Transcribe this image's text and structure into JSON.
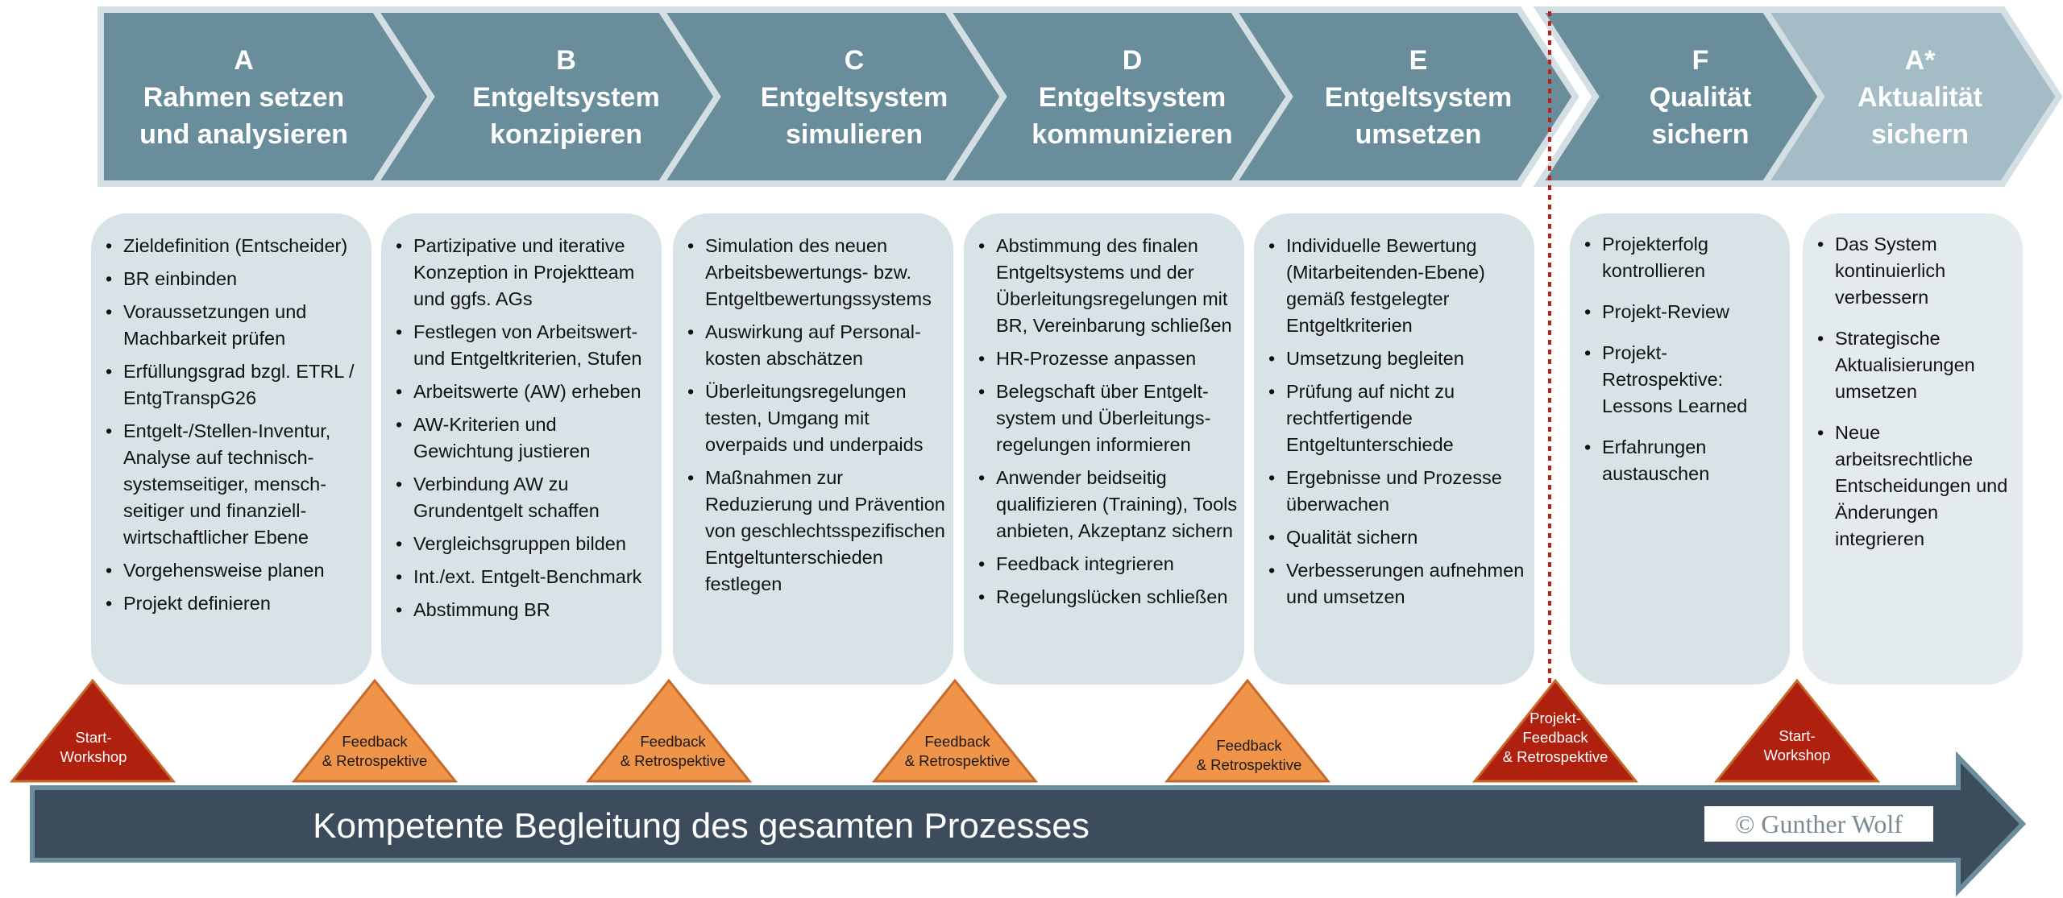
{
  "colors": {
    "chevron": "#698d9b",
    "chevron_light": "#a3bcc5",
    "chevron_outline": "#d4dfe4",
    "box": "#d8e3e7",
    "box_light": "#e3ebee",
    "triangle_dark": "#b0200f",
    "triangle_orange": "#f0944a",
    "triangle_edge": "#c46a2c",
    "banner": "#3c4c5c",
    "banner_edge": "#6a8e9c",
    "divider": "#c0201a"
  },
  "phases": [
    {
      "letter": "A",
      "lines": [
        "Rahmen setzen",
        "und analysieren"
      ]
    },
    {
      "letter": "B",
      "lines": [
        "Entgeltsystem",
        "konzipieren"
      ]
    },
    {
      "letter": "C",
      "lines": [
        "Entgeltsystem",
        "simulieren"
      ]
    },
    {
      "letter": "D",
      "lines": [
        "Entgeltsystem",
        "kommunizieren"
      ]
    },
    {
      "letter": "E",
      "lines": [
        "Entgeltsystem",
        "umsetzen"
      ]
    },
    {
      "letter": "F",
      "lines": [
        "Qualität",
        "sichern"
      ]
    },
    {
      "letter": "A*",
      "lines": [
        "Aktualität",
        "sichern"
      ]
    }
  ],
  "boxes": [
    {
      "items": [
        "Zieldefinition (Entscheider)",
        "BR einbinden",
        "Voraussetzungen und\nMachbarkeit prüfen",
        "Erfüllungsgrad bzgl. ETRL /\nEntgTranspG26",
        "Entgelt-/Stellen-Inventur,\nAnalyse auf technisch-\nsystemseitiger, mensch-\nseitiger und finanziell-\nwirtschaftlicher Ebene",
        "Vorgehensweise planen",
        "Projekt definieren"
      ]
    },
    {
      "items": [
        "Partizipative und iterative\nKonzeption in Projektteam\nund ggfs. AGs",
        "Festlegen von Arbeitswert-\nund Entgeltkriterien, Stufen",
        "Arbeitswerte (AW) erheben",
        "AW-Kriterien und\nGewichtung justieren",
        "Verbindung AW zu\nGrundentgelt schaffen",
        "Vergleichsgruppen bilden",
        "Int./ext. Entgelt-Benchmark",
        "Abstimmung BR"
      ]
    },
    {
      "items": [
        "Simulation des neuen\nArbeitsbewertungs- bzw.\nEntgeltbewertungssystems",
        "Auswirkung auf Personal-\nkosten abschätzen",
        "Überleitungsregelungen\ntesten, Umgang mit\noverpaids und underpaids",
        "Maßnahmen zur\nReduzierung und Prävention\nvon geschlechtsspezifischen\nEntgeltunterschieden\nfestlegen"
      ]
    },
    {
      "items": [
        "Abstimmung des finalen\nEntgeltsystems und der\nÜberleitungsregelungen mit\nBR, Vereinbarung schließen",
        "HR-Prozesse anpassen",
        "Belegschaft über Entgelt-\nsystem und  Überleitungs-\nregelungen informieren",
        "Anwender beidseitig\nqualifizieren (Training), Tools\nanbieten, Akzeptanz sichern",
        "Feedback integrieren",
        "Regelungslücken schließen"
      ]
    },
    {
      "items": [
        "Individuelle Bewertung\n(Mitarbeitenden-Ebene)\ngemäß festgelegter\nEntgeltkriterien",
        "Umsetzung begleiten",
        "Prüfung auf nicht zu\nrechtfertigende\nEntgeltunterschiede",
        "Ergebnisse und Prozesse\nüberwachen",
        "Qualität sichern",
        "Verbesserungen aufnehmen\nund umsetzen"
      ]
    },
    {
      "items": [
        "Projekterfolg\nkontrollieren",
        "Projekt-Review",
        "Projekt-Retrospektive:\nLessons Learned",
        "Erfahrungen\naustauschen"
      ]
    },
    {
      "items": [
        "Das System\nkontinuierlich\nverbessern",
        "Strategische\nAktualisierungen\numsetzen",
        "Neue\narbeitsrechtliche\nEntscheidungen und\nÄnderungen\nintegrieren"
      ]
    }
  ],
  "triangles": [
    {
      "label": "Start-\nWorkshop",
      "style": "dark"
    },
    {
      "label": "Feedback\n& Retrospektive",
      "style": "orange"
    },
    {
      "label": "Feedback\n& Retrospektive",
      "style": "orange"
    },
    {
      "label": "Feedback\n& Retrospektive",
      "style": "orange"
    },
    {
      "label": "Feedback\n& Retrospektive",
      "style": "orange"
    },
    {
      "label": "Projekt-\nFeedback\n& Retrospektive",
      "style": "dark"
    },
    {
      "label": "Start-\nWorkshop",
      "style": "dark"
    }
  ],
  "banner": {
    "text": "Kompetente Begleitung des gesamten Prozesses"
  },
  "copyright": "© Gunther Wolf"
}
